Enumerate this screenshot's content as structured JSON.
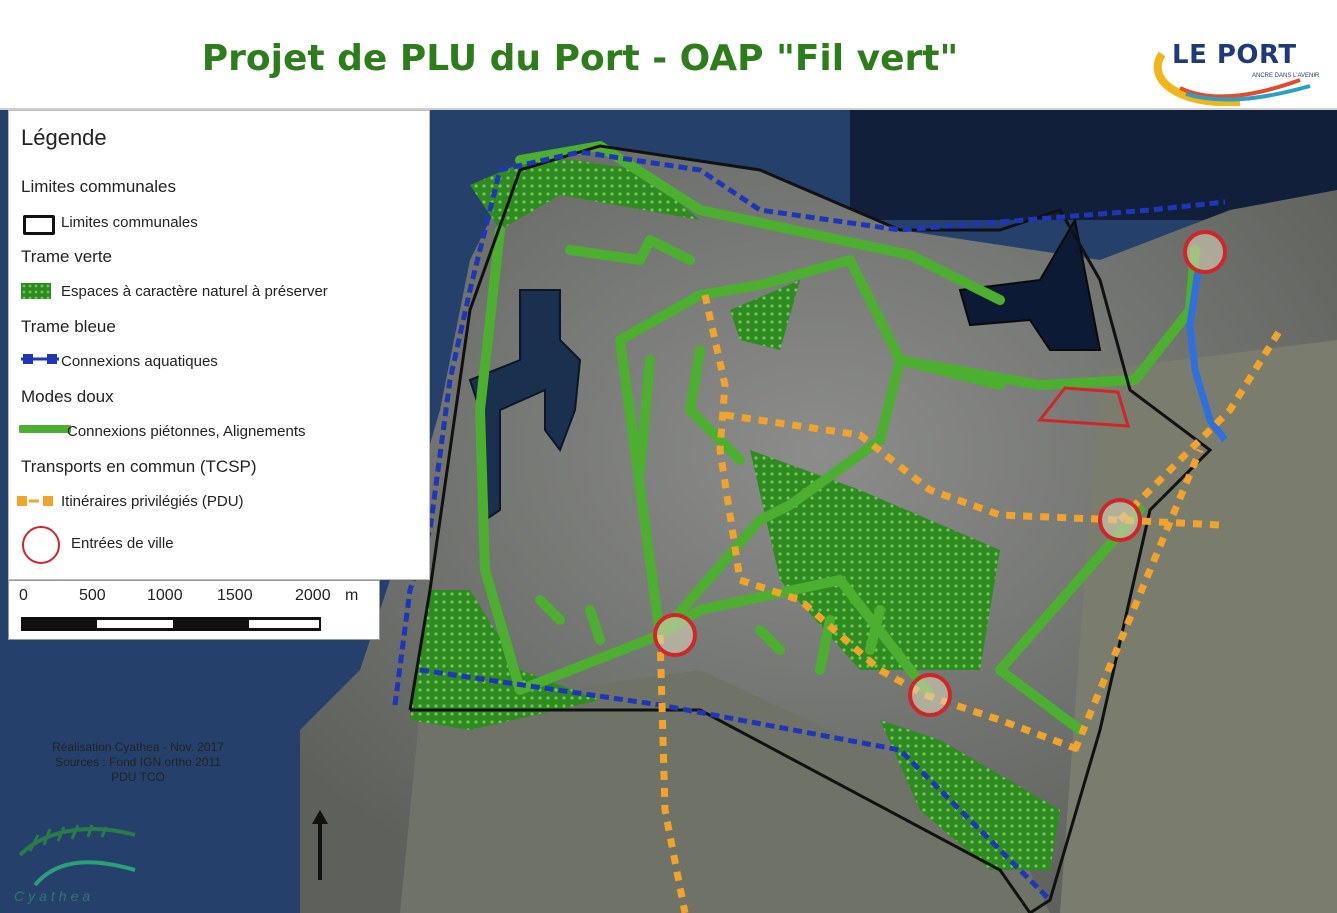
{
  "title": "Projet de PLU du Port - OAP \"Fil vert\"",
  "logo": {
    "name": "LE PORT",
    "tagline": "ANCRE DANS L'AVENIR"
  },
  "legend": {
    "heading": "Légende",
    "sections": [
      {
        "header": "Limites communales",
        "item": "Limites communales"
      },
      {
        "header": "Trame verte",
        "item": "Espaces à caractère naturel à préserver"
      },
      {
        "header": "Trame bleue",
        "item": "Connexions aquatiques"
      },
      {
        "header": "Modes doux",
        "item": "Connexions piétonnes, Alignements"
      },
      {
        "header": "Transports en commun (TCSP)",
        "item": "Itinéraires privilégiés (PDU)"
      }
    ],
    "last_item": "Entrées de ville"
  },
  "scale": {
    "ticks": [
      "0",
      "500",
      "1000",
      "1500",
      "2000"
    ],
    "unit": "m"
  },
  "credits": {
    "line1": "Réalisation Cyathea - Nov. 2017",
    "line2": "Sources : Fond IGN ortho 2011",
    "line3": "PDU TCO"
  },
  "cyathea_logo": "Cyathea",
  "colors": {
    "title": "#2e7d1c",
    "green": "#3f9e2a",
    "blue": "#1f36b8",
    "orange": "#f2a32a",
    "red": "#d0252a",
    "black": "#111111"
  },
  "icons": {
    "north_arrow": "north-arrow-icon",
    "city_entry": "circle-entry-icon"
  }
}
